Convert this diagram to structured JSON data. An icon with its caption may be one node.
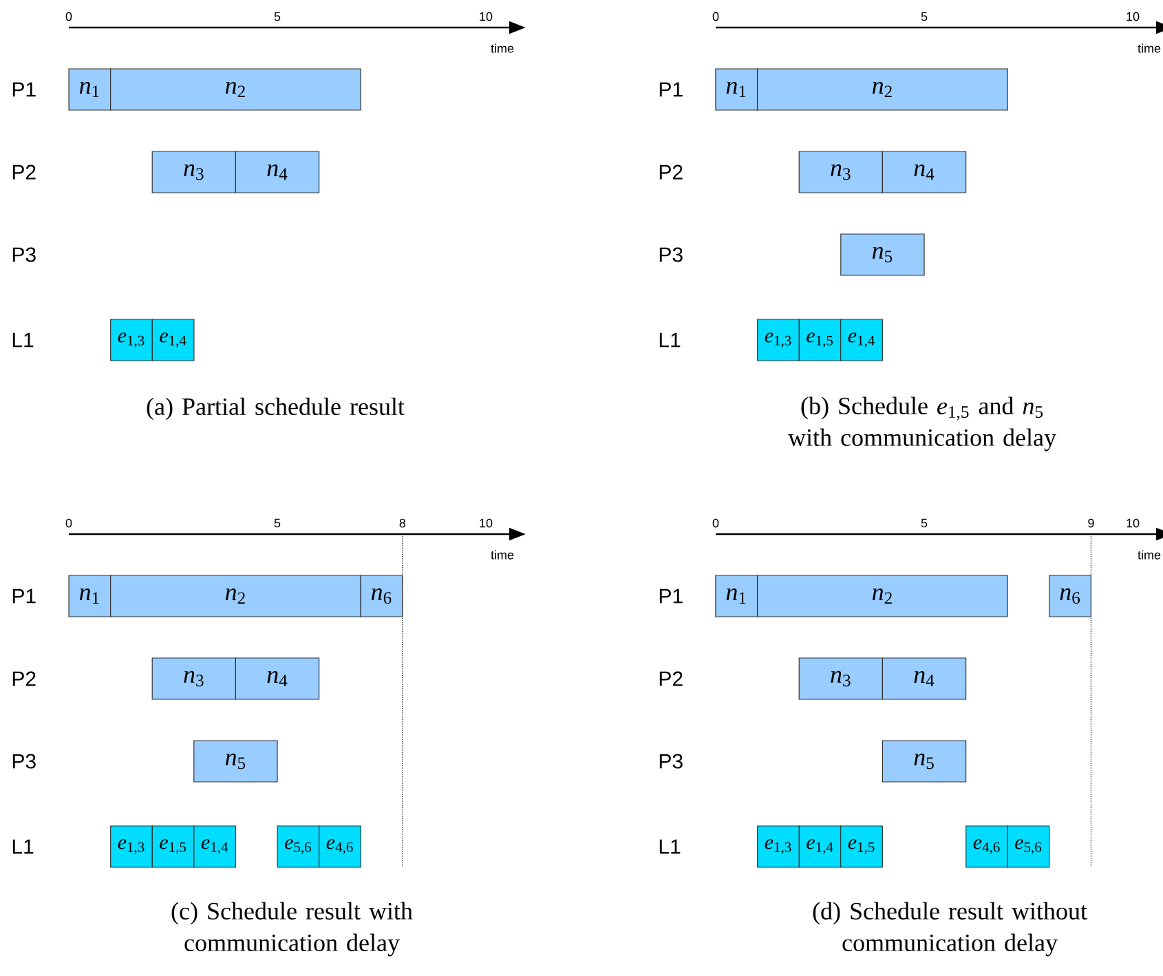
{
  "diagram": {
    "nodes": [
      {
        "text": [
          "*n*$_{1}$"
        ]
      },
      {
        "text": [
          "*n*$_{2}$"
        ]
      },
      {
        "text": [
          "*n*$_{3}$"
        ]
      },
      {
        "text": [
          "*n*$_{4}$"
        ]
      },
      {
        "text": [
          "*e*$_{1,3}$"
        ]
      },
      {
        "text": [
          "*e*$_{1,4}$"
        ]
      },
      {
        "text": [
          "*n*$_{1}$"
        ]
      },
      {
        "text": [
          "*n*$_{2}$"
        ]
      },
      {
        "text": [
          "*n*$_{3}$"
        ]
      },
      {
        "text": [
          "*n*$_{4}$"
        ]
      },
      {
        "text": [
          "*n*$_{5}$"
        ]
      },
      {
        "text": [
          "*e*$_{1,3}$"
        ]
      },
      {
        "text": [
          "*e*$_{1,5}$"
        ]
      },
      {
        "text": [
          "*e*$_{1,4}$"
        ]
      },
      {
        "text": [
          "*n*$_{1}$"
        ]
      },
      {
        "text": [
          "*n*$_{2}$"
        ]
      },
      {
        "text": [
          "*n*$_{6}$"
        ]
      },
      {
        "text": [
          "*n*$_{3}$"
        ]
      },
      {
        "text": [
          "*n*$_{4}$"
        ]
      },
      {
        "text": [
          "*n*$_{5}$"
        ]
      },
      {
        "text": [
          "*e*$_{1,3}$"
        ]
      },
      {
        "text": [
          "*e*$_{1,5}$"
        ]
      },
      {
        "text": [
          "*e*$_{1,4}$"
        ]
      },
      {
        "text": [
          "*e*$_{5,6}$"
        ]
      },
      {
        "text": [
          "*e*$_{4,6}$"
        ]
      },
      {
        "text": [
          "*n*$_{1}$"
        ]
      },
      {
        "text": [
          "*n*$_{2}$"
        ]
      },
      {
        "text": [
          "*n*$_{6}$"
        ]
      },
      {
        "text": [
          "*n*$_{3}$"
        ]
      },
      {
        "text": [
          "*n*$_{4}$"
        ]
      },
      {
        "text": [
          "*n*$_{5}$"
        ]
      },
      {
        "text": [
          "*e*$_{1,3}$"
        ]
      },
      {
        "text": [
          "*e*$_{1,4}$"
        ]
      },
      {
        "text": [
          "*e*$_{1,5}$"
        ]
      },
      {
        "text": [
          "*e*$_{4,6}$"
        ]
      },
      {
        "text": [
          "*e*$_{5,6}$"
        ]
      }
    ],
    "labels": [
      "0",
      "5",
      "10",
      "time",
      "P1",
      "P2",
      "P3",
      "L1",
      "(a) Partial schedule result",
      "0",
      "5",
      "10",
      "time",
      "P1",
      "P2",
      "P3",
      "L1",
      "(b) Schedule *e*$_{1,5}$ and *n*$_{5}$ with communication delay",
      "0",
      "5",
      "8",
      "10",
      "time",
      "P1",
      "P2",
      "P3",
      "L1",
      "(c) Schedule result with communication delay",
      "0",
      "5",
      "9",
      "10",
      "time",
      "P1",
      "P2",
      "P3",
      "L1",
      "(d) Schedule result without communication delay"
    ]
  }
}
